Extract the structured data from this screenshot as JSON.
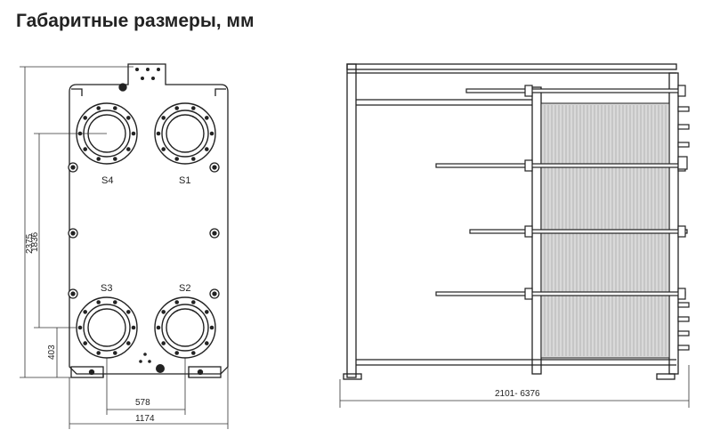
{
  "title": "Габаритные размеры, мм",
  "front_view": {
    "ports": {
      "s1": "S1",
      "s2": "S2",
      "s3": "S3",
      "s4": "S4"
    },
    "dimensions": {
      "total_height": "2375",
      "port_spacing_vertical": "1836",
      "bottom_port_height": "403",
      "port_spacing_horizontal": "578",
      "total_width": "1174"
    }
  },
  "side_view": {
    "dimensions": {
      "length": "2101- 6376"
    }
  },
  "colors": {
    "line": "#222222",
    "plate_fill": "#d9d9d9",
    "background": "#ffffff"
  }
}
